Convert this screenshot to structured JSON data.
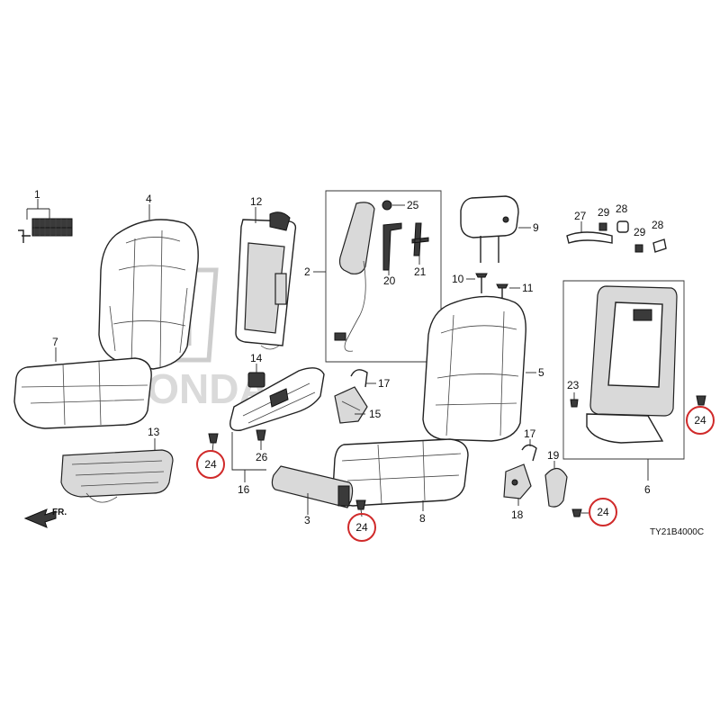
{
  "diagram": {
    "callouts": [
      {
        "id": "label-1",
        "text": "1"
      },
      {
        "id": "label-2",
        "text": "2"
      },
      {
        "id": "label-3",
        "text": "3"
      },
      {
        "id": "label-4",
        "text": "4"
      },
      {
        "id": "label-5",
        "text": "5"
      },
      {
        "id": "label-6",
        "text": "6"
      },
      {
        "id": "label-7",
        "text": "7"
      },
      {
        "id": "label-8",
        "text": "8"
      },
      {
        "id": "label-9",
        "text": "9"
      },
      {
        "id": "label-10",
        "text": "10"
      },
      {
        "id": "label-11",
        "text": "11"
      },
      {
        "id": "label-12",
        "text": "12"
      },
      {
        "id": "label-13",
        "text": "13"
      },
      {
        "id": "label-14",
        "text": "14"
      },
      {
        "id": "label-15",
        "text": "15"
      },
      {
        "id": "label-16",
        "text": "16"
      },
      {
        "id": "label-17a",
        "text": "17"
      },
      {
        "id": "label-17b",
        "text": "17"
      },
      {
        "id": "label-18",
        "text": "18"
      },
      {
        "id": "label-19",
        "text": "19"
      },
      {
        "id": "label-20",
        "text": "20"
      },
      {
        "id": "label-21",
        "text": "21"
      },
      {
        "id": "label-23",
        "text": "23"
      },
      {
        "id": "label-25",
        "text": "25"
      },
      {
        "id": "label-26",
        "text": "26"
      },
      {
        "id": "label-27",
        "text": "27"
      },
      {
        "id": "label-28a",
        "text": "28"
      },
      {
        "id": "label-28b",
        "text": "28"
      },
      {
        "id": "label-29a",
        "text": "29"
      },
      {
        "id": "label-29b",
        "text": "29"
      }
    ],
    "highlighted_callouts": [
      {
        "id": "circled-24-a",
        "text": "24"
      },
      {
        "id": "circled-24-b",
        "text": "24"
      },
      {
        "id": "circled-24-c",
        "text": "24"
      },
      {
        "id": "circled-24-d",
        "text": "24"
      }
    ],
    "highlight_color": "#d02a2a",
    "direction_marker": "FR.",
    "diagram_code": "TY21B4000C",
    "watermark": "HONDA"
  }
}
